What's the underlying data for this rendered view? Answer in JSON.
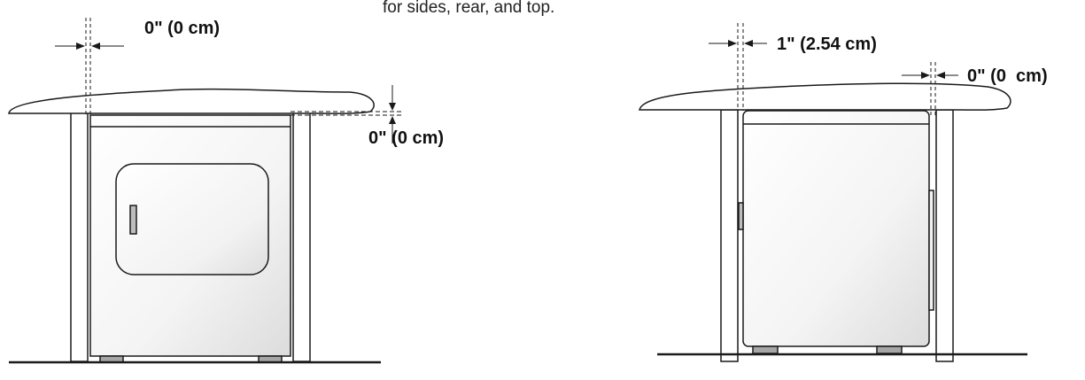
{
  "caption_partial": "for sides, rear, and top.",
  "front_view": {
    "side_clearance_label": "0\" (0 cm)",
    "top_clearance_label": "0\" (0 cm)"
  },
  "side_view": {
    "front_clearance_label": "1\" (2.54 cm)",
    "rear_clearance_label": "0\" (0  cm)"
  },
  "colors": {
    "line": "#1a1a1a",
    "fill": "#ffffff",
    "shade": "#d9d9d9",
    "foot": "#a6a6a6"
  }
}
